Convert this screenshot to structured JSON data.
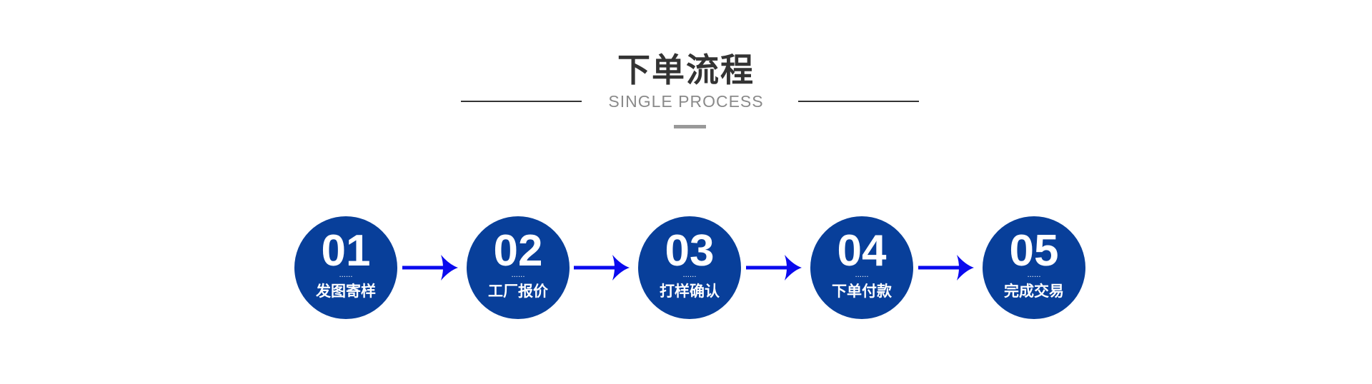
{
  "header": {
    "title": "下单流程",
    "subtitle": "SINGLE PROCESS"
  },
  "steps": [
    {
      "number": "01",
      "dots": "......",
      "label": "发图寄样"
    },
    {
      "number": "02",
      "dots": "......",
      "label": "工厂报价"
    },
    {
      "number": "03",
      "dots": "......",
      "label": "打样确认"
    },
    {
      "number": "04",
      "dots": "......",
      "label": "下单付款"
    },
    {
      "number": "05",
      "dots": "......",
      "label": "完成交易"
    }
  ],
  "colors": {
    "circle": "#083f9a",
    "arrow": "#0a0aee",
    "title": "#333333",
    "subtitle": "#8a8a8a",
    "rule": "#333333",
    "accent_bar": "#999999"
  },
  "icons": {
    "connector": "right-arrow-icon"
  }
}
